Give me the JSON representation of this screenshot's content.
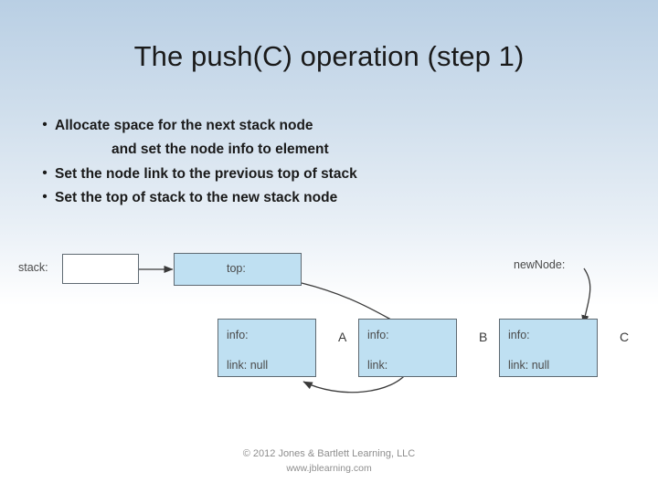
{
  "slide": {
    "title": "The push(C) operation (step 1)",
    "bullets": [
      {
        "marker": "•",
        "text": "Allocate space for the next stack node"
      },
      {
        "sub": true,
        "text": "and set the node info to element"
      },
      {
        "marker": "•",
        "text": "Set the node link to the previous top of stack"
      },
      {
        "marker": "•",
        "text": "Set the top of stack to the new stack node"
      }
    ],
    "diagram": {
      "stack_label": "stack:",
      "top_label": "top:",
      "newnode_label": "newNode:",
      "nodes": [
        {
          "id": "node-a",
          "info_label": "info:",
          "link_label": "link: null",
          "letter": "A"
        },
        {
          "id": "node-b",
          "info_label": "info:",
          "link_label": "link:",
          "letter": "B"
        },
        {
          "id": "node-c",
          "info_label": "info:",
          "link_label": "link: null",
          "letter": "C"
        }
      ]
    },
    "footer": {
      "copyright": "© 2012 Jones & Bartlett Learning, LLC",
      "website": "www.jblearning.com"
    },
    "colors": {
      "node_fill": "#bfe0f2",
      "node_border": "#5f6a72",
      "background_top": "#b9cfe4",
      "text": "#1a1a1a",
      "footer_text": "#8e8e8e"
    }
  }
}
